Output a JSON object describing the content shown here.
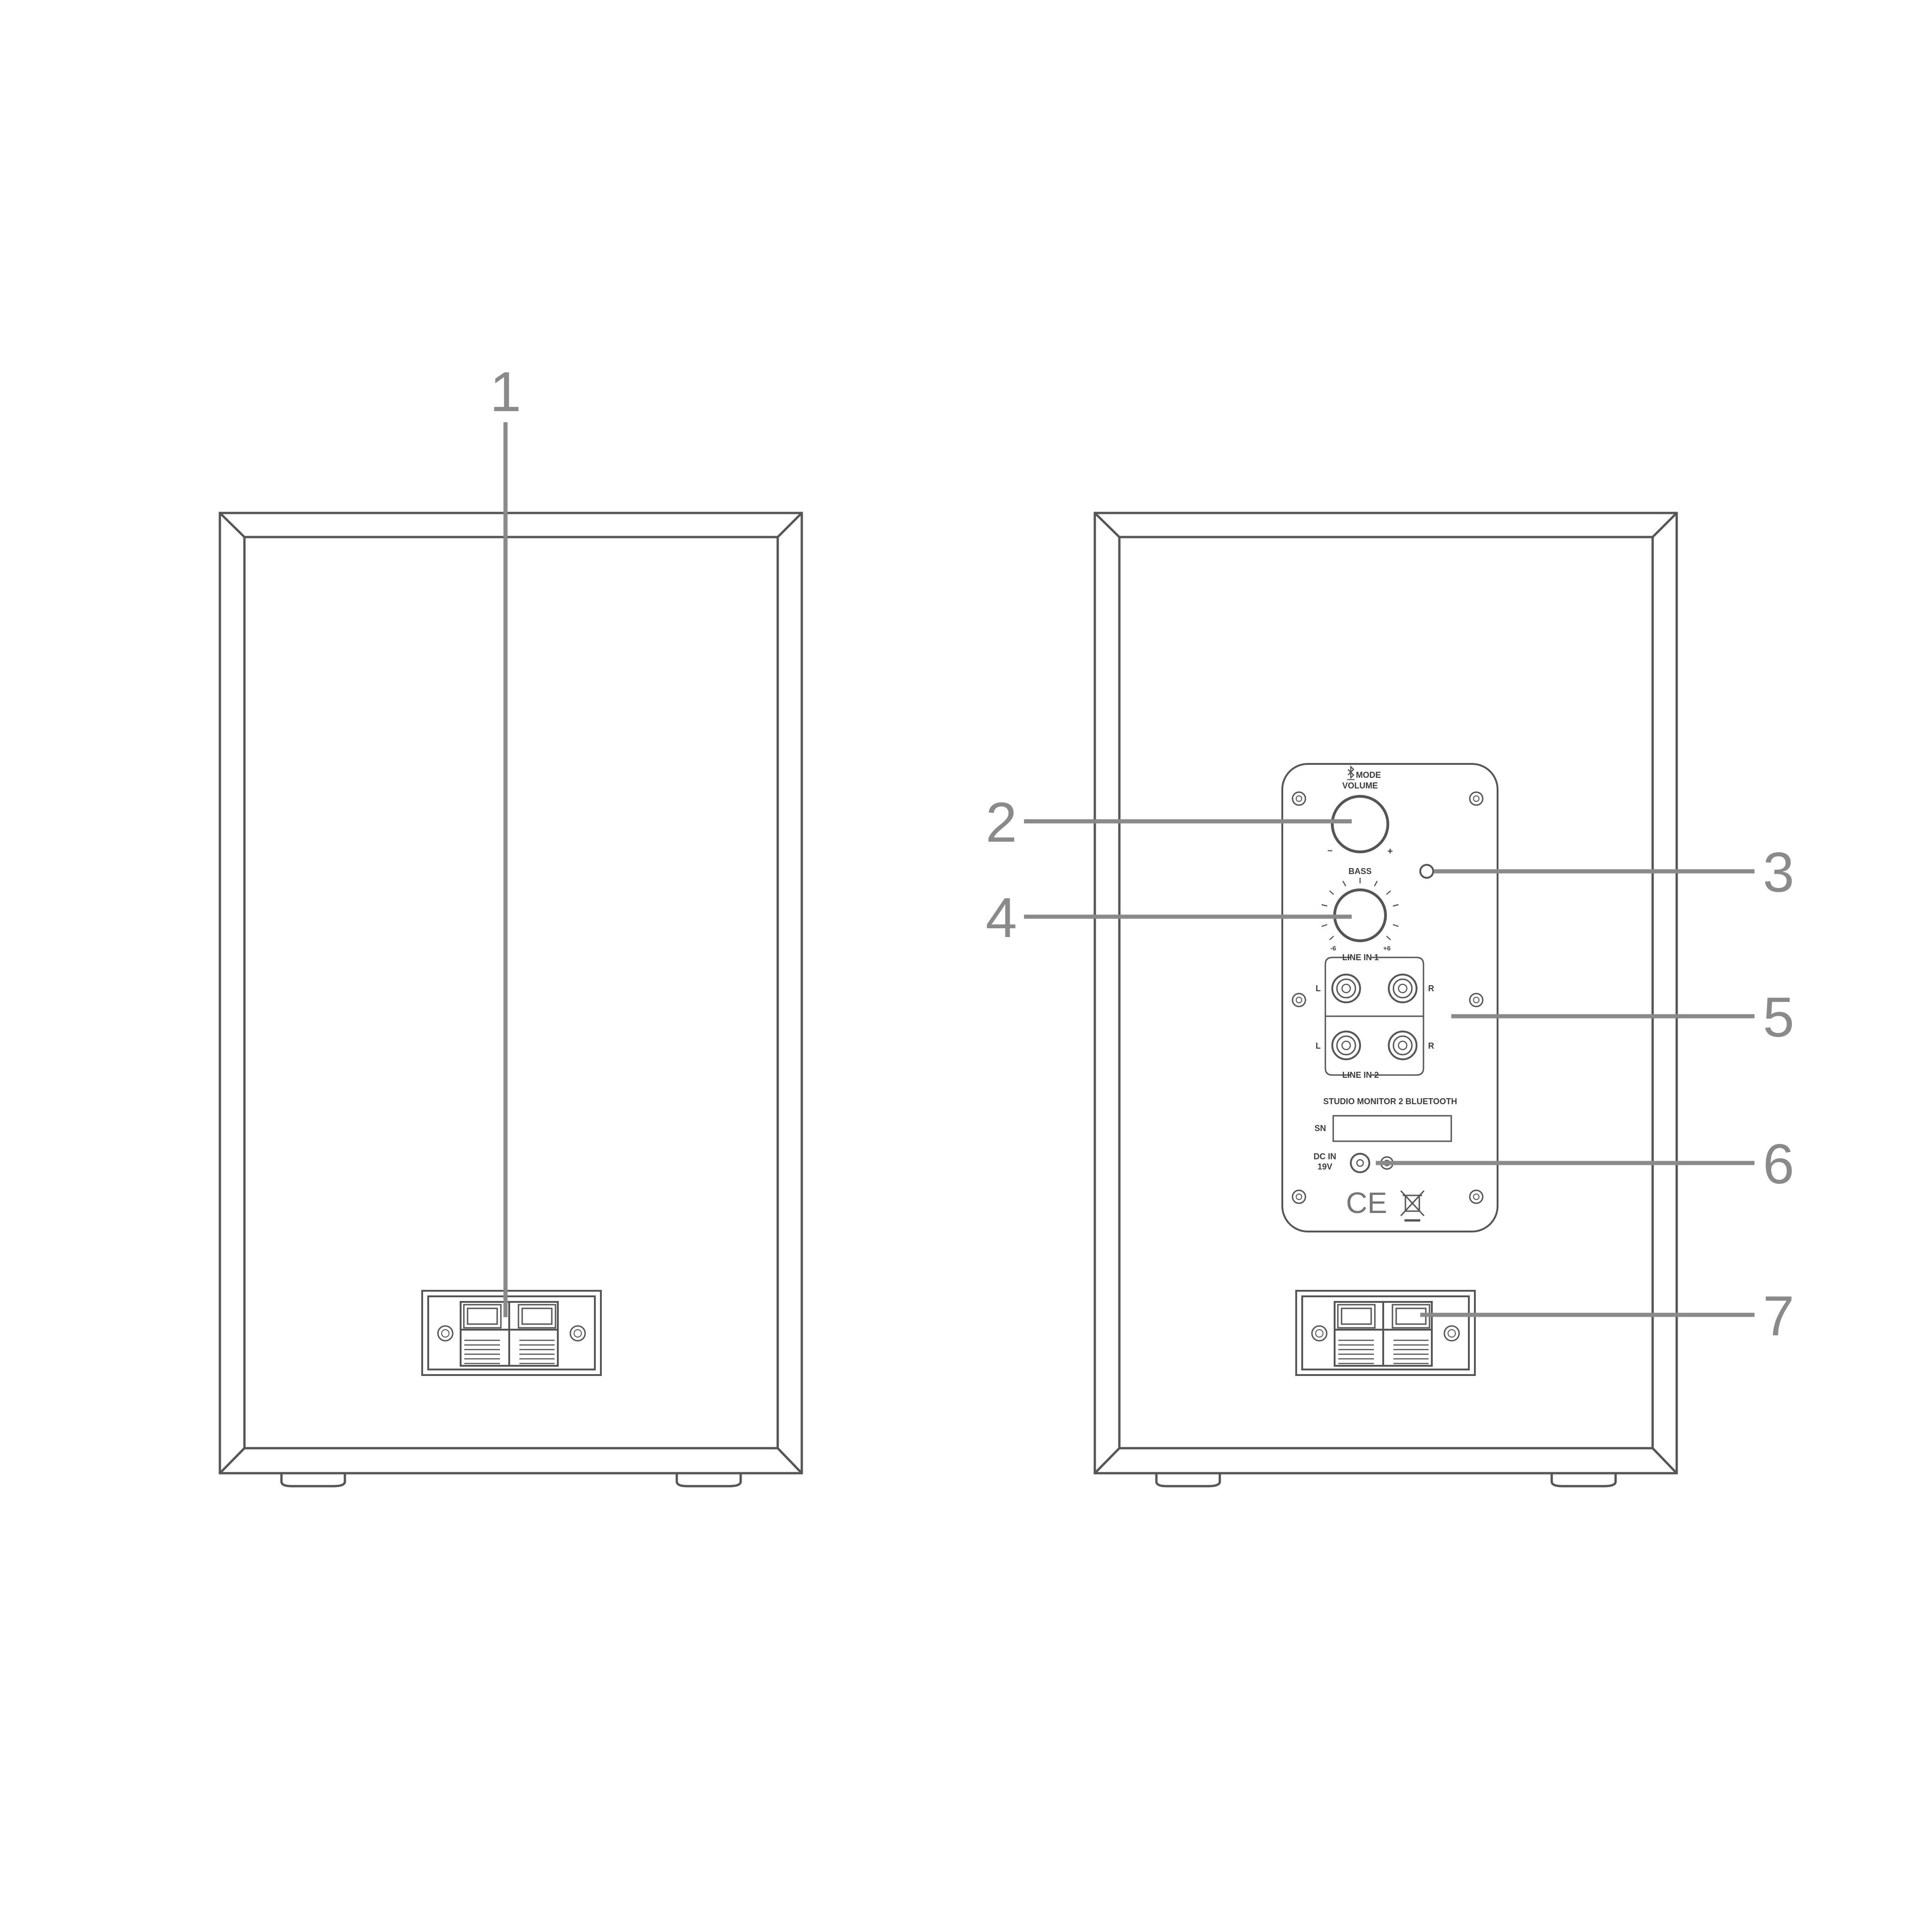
{
  "callouts": [
    {
      "id": "1",
      "label": "1"
    },
    {
      "id": "2",
      "label": "2"
    },
    {
      "id": "3",
      "label": "3"
    },
    {
      "id": "4",
      "label": "4"
    },
    {
      "id": "5",
      "label": "5"
    },
    {
      "id": "6",
      "label": "6"
    },
    {
      "id": "7",
      "label": "7"
    }
  ],
  "panel": {
    "mode_label": "MODE",
    "volume_label": "VOLUME",
    "minus": "–",
    "plus": "+",
    "bass_label": "BASS",
    "bass_min": "-6",
    "bass_max": "+6",
    "line_in_1": "LINE IN 1",
    "line_in_2": "LINE IN 2",
    "left": "L",
    "right": "R",
    "model_name": "STUDIO MONITOR 2 BLUETOOTH",
    "sn_label": "SN",
    "dc_in": "DC IN",
    "voltage": "19V",
    "ce_mark": "CE"
  },
  "colors": {
    "line": "#555555",
    "callout": "#8a8a8a"
  }
}
